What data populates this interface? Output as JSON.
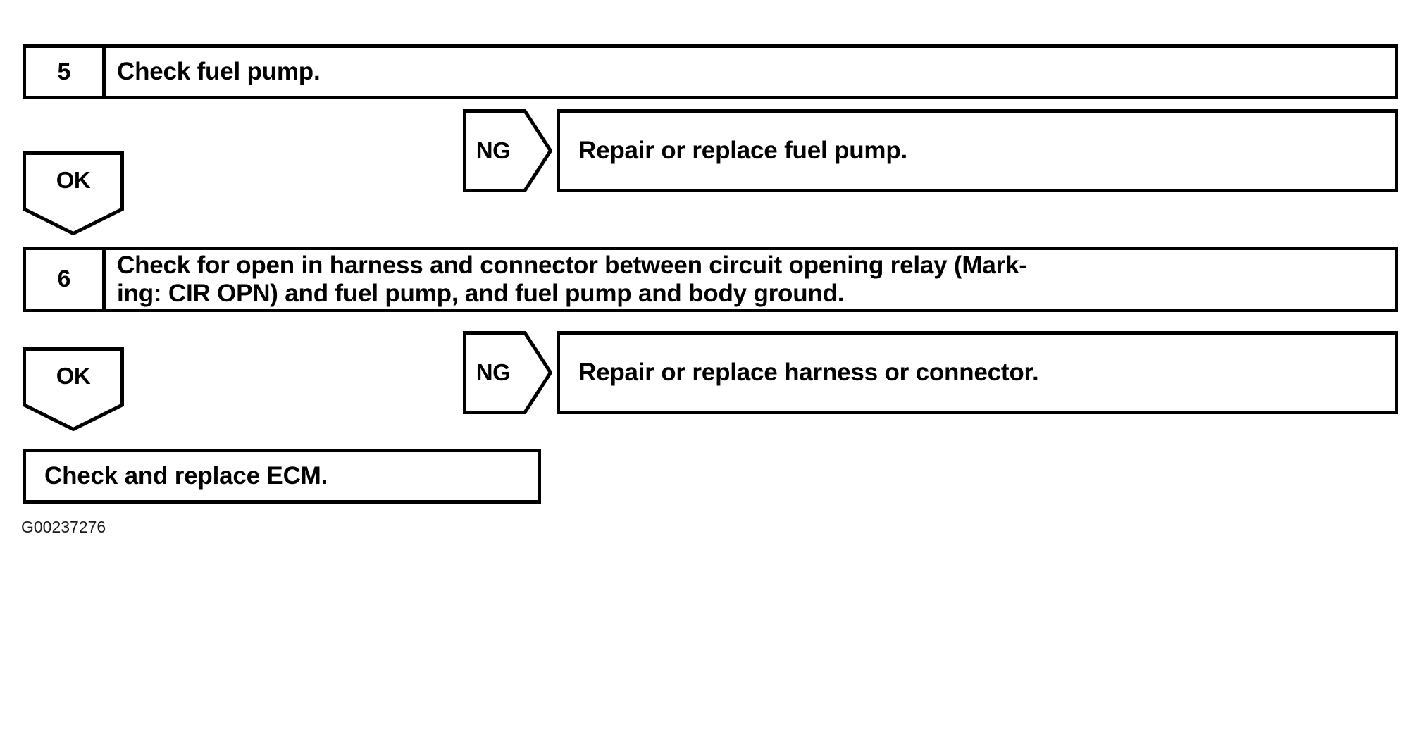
{
  "figure": {
    "code": "G00237276"
  },
  "steps": [
    {
      "number": "5",
      "text": "Check fuel pump.",
      "result_ok": "OK",
      "result_ng": "NG",
      "ng_action": "Repair or replace fuel pump."
    },
    {
      "number": "6",
      "text": "Check for open in harness and connector between circuit opening relay (Mark-\ning: CIR OPN) and fuel pump, and fuel pump and body ground.",
      "result_ok": "OK",
      "result_ng": "NG",
      "ng_action": "Repair or replace harness or connector."
    }
  ],
  "final": {
    "text": "Check and replace ECM."
  },
  "colors": {
    "stroke": "#000000",
    "background": "#ffffff",
    "code_text": "#1a1a1a"
  }
}
